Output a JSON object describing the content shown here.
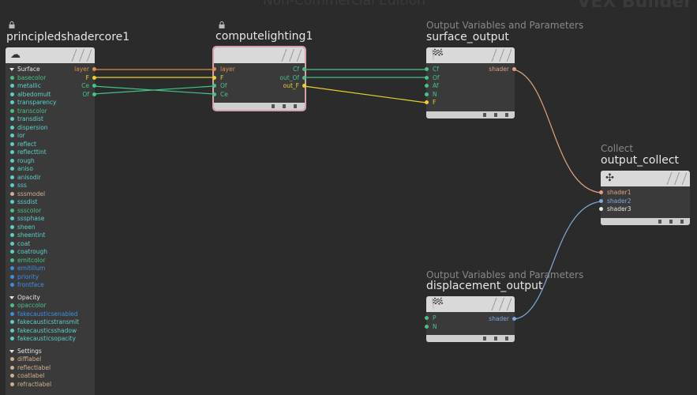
{
  "watermark": {
    "edition": "Non-Commercial Edition",
    "context": "VEX Builder"
  },
  "colors": {
    "orange": "#e08c4c",
    "yellow": "#e8d12a",
    "green": "#46c288",
    "blue": "#80a8d8",
    "teal": "#5cd0c8",
    "tan": "#d0b090",
    "white": "#e6e6e6"
  },
  "nodes": {
    "principled": {
      "name": "principledshadercore1",
      "outputs": [
        {
          "label": "layer",
          "color": "#e08c4c"
        },
        {
          "label": "F",
          "color": "#e8d12a"
        },
        {
          "label": "Ce",
          "color": "#46c288"
        },
        {
          "label": "Of",
          "color": "#46c288"
        }
      ],
      "sections": [
        {
          "title": "Surface",
          "params": [
            {
              "label": "basecolor",
              "color": "#46c288"
            },
            {
              "label": "metallic",
              "color": "#5cd0c8"
            },
            {
              "label": "albedomult",
              "color": "#5cd0c8"
            },
            {
              "label": "transparency",
              "color": "#5cd0c8"
            },
            {
              "label": "transcolor",
              "color": "#46c288"
            },
            {
              "label": "transdist",
              "color": "#5cd0c8"
            },
            {
              "label": "dispersion",
              "color": "#5cd0c8"
            },
            {
              "label": "ior",
              "color": "#5cd0c8"
            },
            {
              "label": "reflect",
              "color": "#5cd0c8"
            },
            {
              "label": "reflecttint",
              "color": "#5cd0c8"
            },
            {
              "label": "rough",
              "color": "#5cd0c8"
            },
            {
              "label": "aniso",
              "color": "#5cd0c8"
            },
            {
              "label": "anisodir",
              "color": "#5cd0c8"
            },
            {
              "label": "sss",
              "color": "#5cd0c8"
            },
            {
              "label": "sssmodel",
              "color": "#d0b090"
            },
            {
              "label": "sssdist",
              "color": "#5cd0c8"
            },
            {
              "label": "ssscolor",
              "color": "#46c288"
            },
            {
              "label": "sssphase",
              "color": "#5cd0c8"
            },
            {
              "label": "sheen",
              "color": "#5cd0c8"
            },
            {
              "label": "sheentint",
              "color": "#5cd0c8"
            },
            {
              "label": "coat",
              "color": "#5cd0c8"
            },
            {
              "label": "coatrough",
              "color": "#5cd0c8"
            },
            {
              "label": "emitcolor",
              "color": "#46c288"
            },
            {
              "label": "emitillum",
              "color": "#3c8fe0"
            },
            {
              "label": "priority",
              "color": "#3c8fe0"
            },
            {
              "label": "frontface",
              "color": "#3c8fe0"
            }
          ]
        },
        {
          "title": "Opacity",
          "params": [
            {
              "label": "opaccolor",
              "color": "#46c288"
            },
            {
              "label": "fakecausticsenabled",
              "color": "#3c8fe0"
            },
            {
              "label": "fakecausticstransmit",
              "color": "#5cd0c8"
            },
            {
              "label": "fakecausticsshadow",
              "color": "#5cd0c8"
            },
            {
              "label": "fakecausticsopacity",
              "color": "#5cd0c8"
            }
          ]
        },
        {
          "title": "Settings",
          "params": [
            {
              "label": "difflabel",
              "color": "#d0b090"
            },
            {
              "label": "reflectlabel",
              "color": "#d0b090"
            },
            {
              "label": "coatlabel",
              "color": "#d0b090"
            },
            {
              "label": "refractlabel",
              "color": "#d0b090"
            }
          ]
        }
      ]
    },
    "computelighting": {
      "name": "computelighting1",
      "inputs": [
        {
          "label": "layer",
          "color": "#e08c4c"
        },
        {
          "label": "F",
          "color": "#e8d12a"
        },
        {
          "label": "Of",
          "color": "#46c288"
        },
        {
          "label": "Ce",
          "color": "#46c288"
        }
      ],
      "outputs": [
        {
          "label": "Cf",
          "color": "#46c288"
        },
        {
          "label": "out_Of",
          "color": "#46c288"
        },
        {
          "label": "out_F",
          "color": "#e8d12a"
        }
      ]
    },
    "surface_output": {
      "subtitle": "Output Variables and Parameters",
      "name": "surface_output",
      "inputs": [
        {
          "label": "Cf",
          "color": "#46c288"
        },
        {
          "label": "Of",
          "color": "#46c288"
        },
        {
          "label": "Af",
          "color": "#46c288"
        },
        {
          "label": "N",
          "color": "#46c288"
        },
        {
          "label": "F",
          "color": "#e8d12a"
        }
      ],
      "outputs": [
        {
          "label": "shader",
          "color": "#e0a080"
        }
      ]
    },
    "output_collect": {
      "subtitle": "Collect",
      "name": "output_collect",
      "inputs": [
        {
          "label": "shader1",
          "color": "#e0a080"
        },
        {
          "label": "shader2",
          "color": "#80a8d8"
        },
        {
          "label": "shader3",
          "color": "#e6e6e6"
        }
      ]
    },
    "displacement_output": {
      "subtitle": "Output Variables and Parameters",
      "name": "displacement_output",
      "inputs": [
        {
          "label": "P",
          "color": "#46c288"
        },
        {
          "label": "N",
          "color": "#46c288"
        }
      ],
      "outputs": [
        {
          "label": "shader",
          "color": "#80a8d8"
        }
      ]
    }
  }
}
